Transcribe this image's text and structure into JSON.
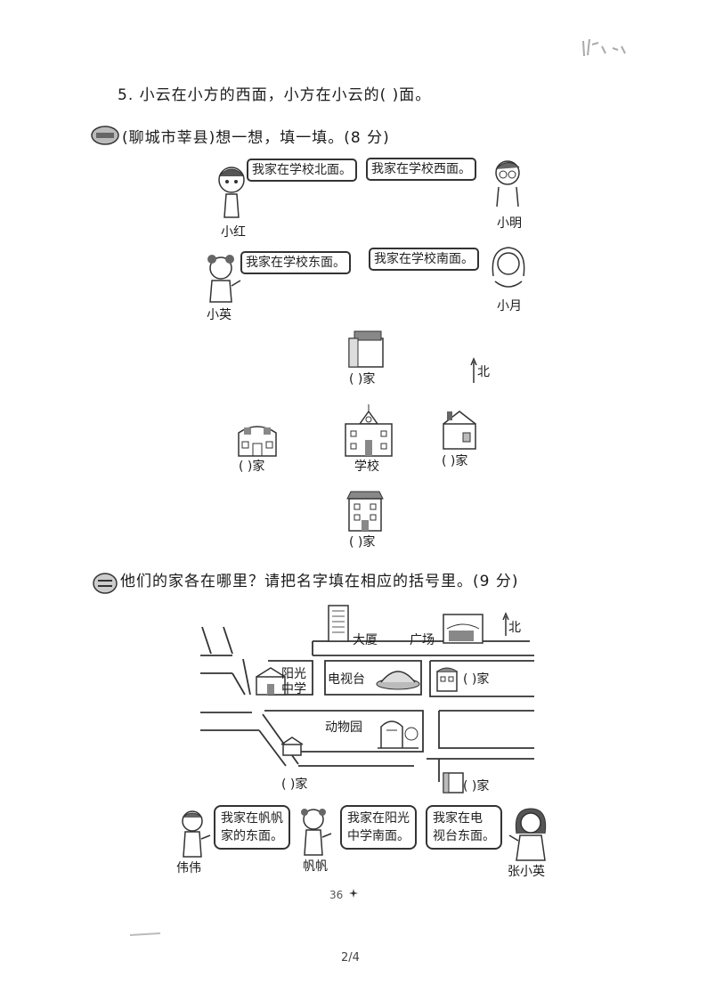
{
  "q5": {
    "text": "5. 小云在小方的西面，小方在小云的(        )面。"
  },
  "section2": {
    "title": "(聊城市莘县)想一想，填一填。(8 分)",
    "bubbles": [
      "我家在学校北面。",
      "我家在学校西面。",
      "我家在学校东面。",
      "我家在学校南面。"
    ],
    "names": [
      "小红",
      "小明",
      "小英",
      "小月"
    ],
    "north": "北",
    "blank_home": "(     )家",
    "school": "学校"
  },
  "section3": {
    "title": "他们的家各在哪里？请把名字填在相应的括号里。(9 分)",
    "north": "北",
    "places": {
      "building": "大厦",
      "square": "广场",
      "tv": "电视台",
      "zoo": "动物园",
      "school_l1": "阳光",
      "school_l2": "中学"
    },
    "blank_home": "(     )家",
    "bubbles": [
      {
        "l1": "我家在帆帆",
        "l2": "家的东面。"
      },
      {
        "l1": "我家在阳光",
        "l2": "中学南面。"
      },
      {
        "l1": "我家在电",
        "l2": "视台东面。"
      }
    ],
    "names": [
      "伟伟",
      "帆帆",
      "张小英"
    ]
  },
  "footer": {
    "page_mark": "36",
    "page": "2/4"
  }
}
